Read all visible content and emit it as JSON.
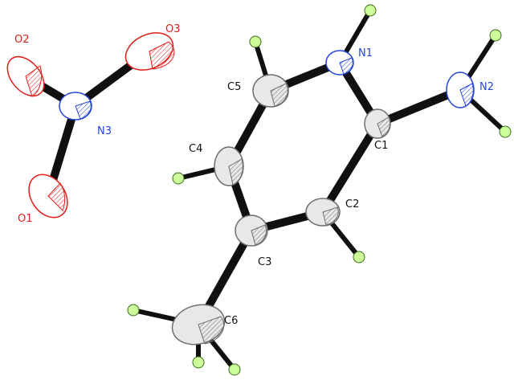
{
  "colors": {
    "bond": "#101010",
    "oxygen": "#e0201c",
    "nitrogen": "#2445d8",
    "carbon": "#6e6e6e",
    "carbon_fill": "#e8e8e8",
    "hydrogen_fill": "#ccff99",
    "hydrogen_stroke": "#3a6a1a",
    "label_carbon": "#111111"
  },
  "atoms": {
    "O1": {
      "label": "O1",
      "element": "O"
    },
    "O2": {
      "label": "O2",
      "element": "O"
    },
    "O3": {
      "label": "O3",
      "element": "O"
    },
    "N3": {
      "label": "N3",
      "element": "N"
    },
    "N1": {
      "label": "N1",
      "element": "N"
    },
    "N2": {
      "label": "N2",
      "element": "N"
    },
    "C1": {
      "label": "C1",
      "element": "C"
    },
    "C2": {
      "label": "C2",
      "element": "C"
    },
    "C3": {
      "label": "C3",
      "element": "C"
    },
    "C4": {
      "label": "C4",
      "element": "C"
    },
    "C5": {
      "label": "C5",
      "element": "C"
    },
    "C6": {
      "label": "C6",
      "element": "C"
    }
  },
  "bonds": [
    [
      "N3",
      "O1"
    ],
    [
      "N3",
      "O2"
    ],
    [
      "N3",
      "O3"
    ],
    [
      "N1",
      "C1"
    ],
    [
      "N1",
      "C5"
    ],
    [
      "C1",
      "C2"
    ],
    [
      "C1",
      "N2"
    ],
    [
      "C2",
      "C3"
    ],
    [
      "C3",
      "C4"
    ],
    [
      "C4",
      "C5"
    ],
    [
      "C3",
      "C6"
    ],
    [
      "N1",
      "H1"
    ],
    [
      "N2",
      "H2A"
    ],
    [
      "N2",
      "H2B"
    ],
    [
      "C2",
      "H2"
    ],
    [
      "C4",
      "H4"
    ],
    [
      "C5",
      "H5"
    ],
    [
      "C6",
      "H6A"
    ],
    [
      "C6",
      "H6B"
    ],
    [
      "C6",
      "H6C"
    ]
  ]
}
